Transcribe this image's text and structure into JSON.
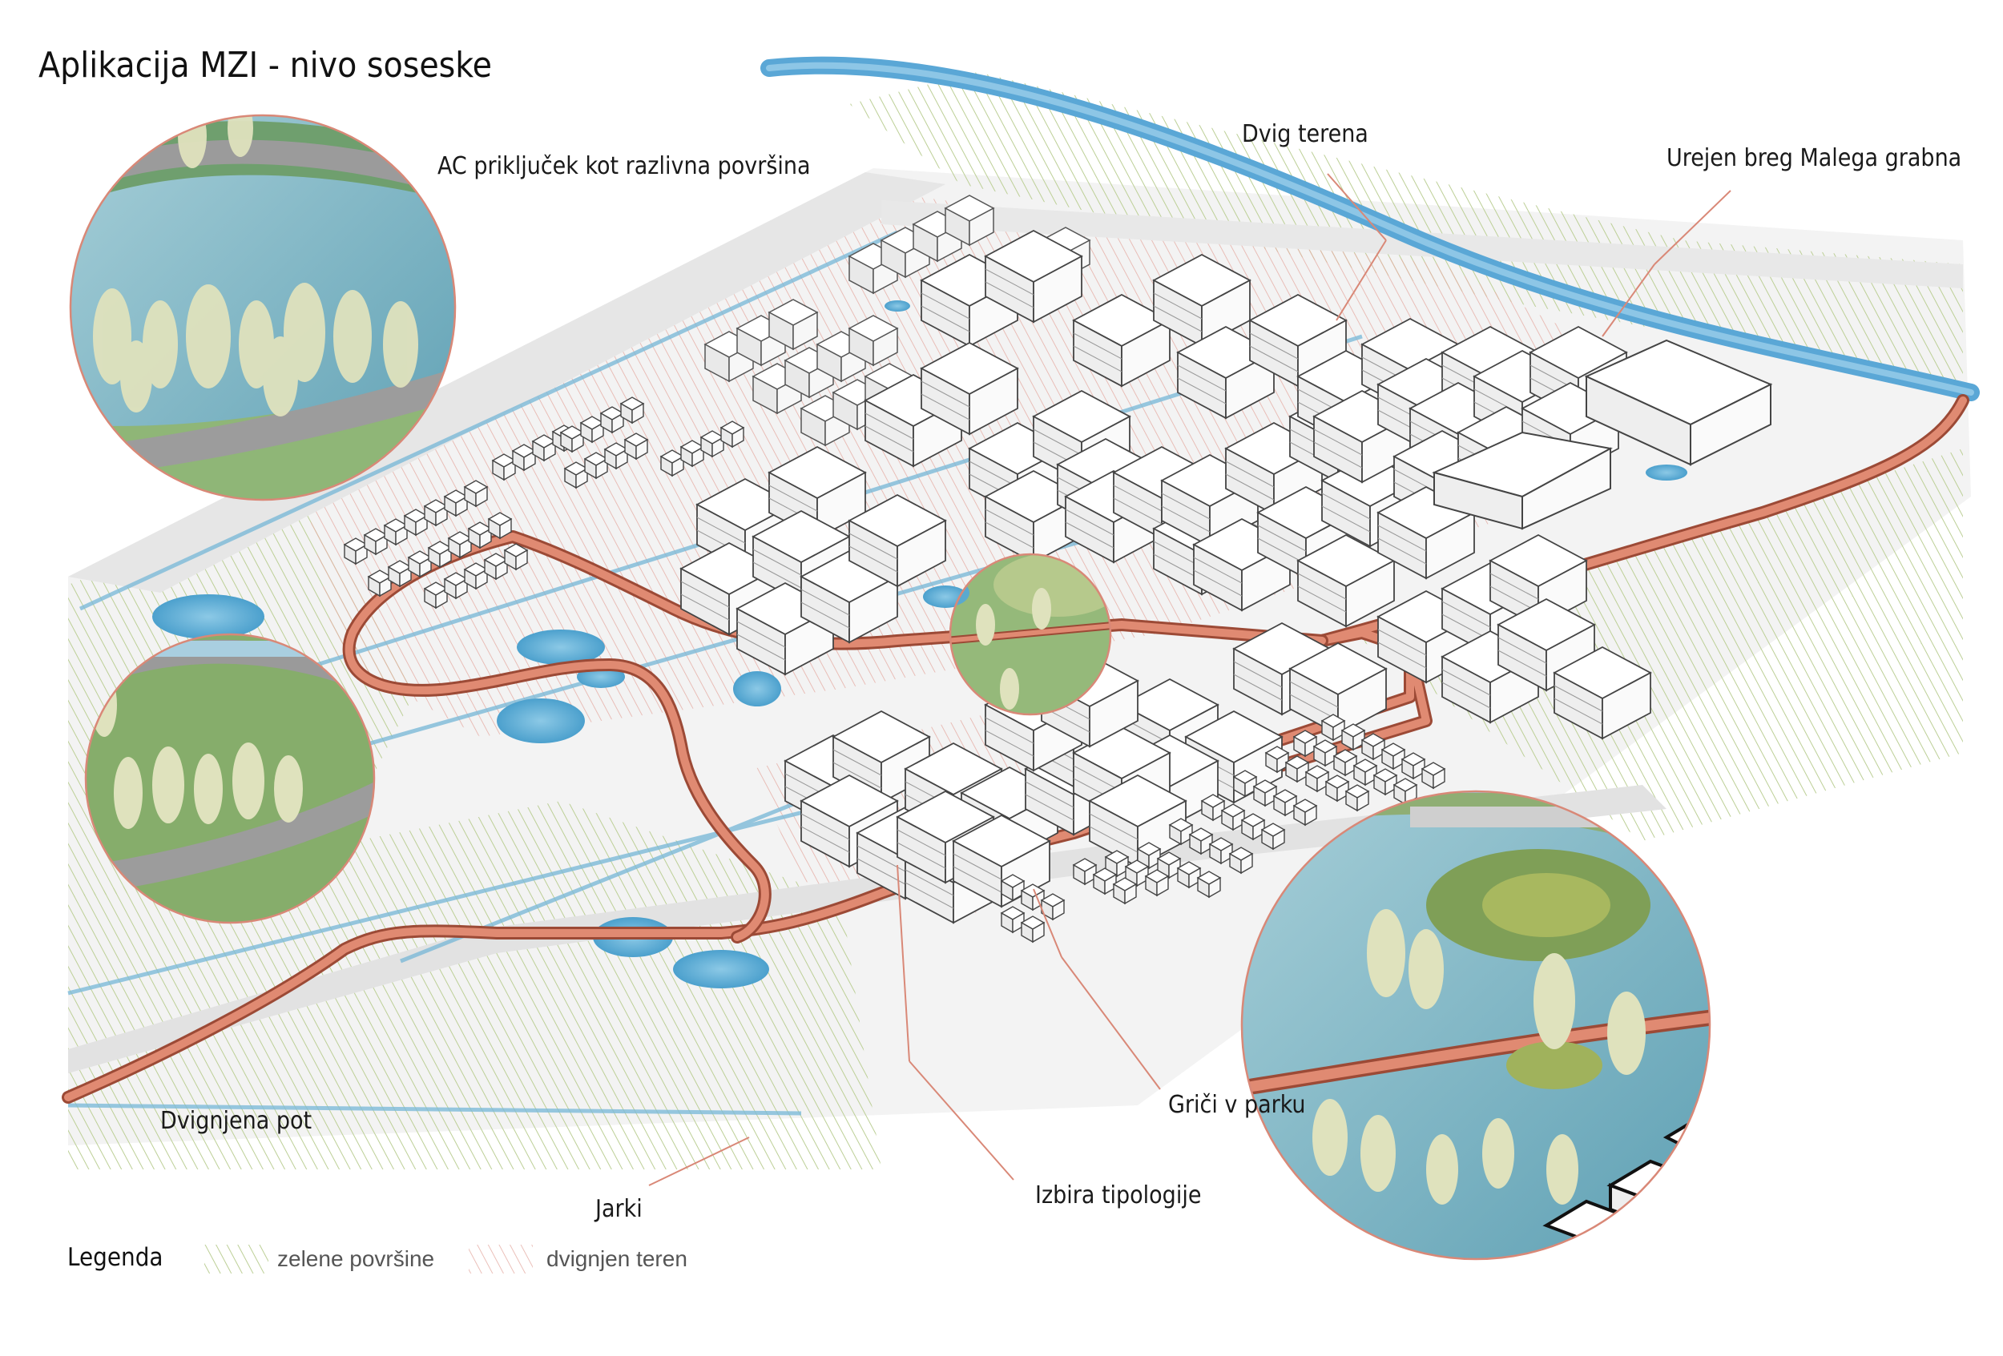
{
  "title": "Aplikacija MZI - nivo soseske",
  "labels": {
    "ac_connection": "AC priključek kot razlivna površina",
    "terrain_raise": "Dvig terena",
    "river_bank": "Urejen breg Malega grabna",
    "raised_path": "Dvignjena pot",
    "ditches": "Jarki",
    "typology": "Izbira tipologije",
    "park_hills": "Griči v parku"
  },
  "legend": {
    "title": "Legenda",
    "items": [
      {
        "label": "zelene površine",
        "color": "#b9cf8e"
      },
      {
        "label": "dvignjen teren",
        "color": "#e0a39a"
      }
    ]
  },
  "colors": {
    "path": "#d9826a",
    "path_edge": "#9c4a36",
    "water": "#5aa9cf",
    "river": "#4a9fd0",
    "callout_line": "#d98877"
  }
}
